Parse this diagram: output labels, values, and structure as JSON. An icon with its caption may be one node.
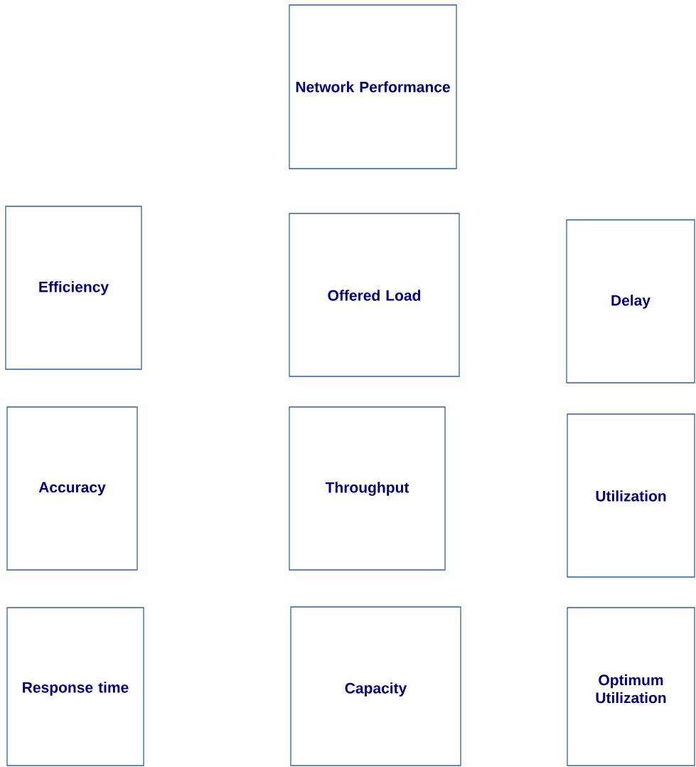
{
  "diagram": {
    "nodes": [
      {
        "text": [
          "Network Performance"
        ]
      },
      {
        "text": [
          "Efficiency"
        ]
      },
      {
        "text": [
          "Offered Load"
        ]
      },
      {
        "text": [
          "Delay"
        ]
      },
      {
        "text": [
          "Accuracy"
        ]
      },
      {
        "text": [
          "Throughput"
        ]
      },
      {
        "text": [
          "Utilization"
        ]
      },
      {
        "text": [
          "Response time"
        ]
      },
      {
        "text": [
          "Capacity"
        ]
      },
      {
        "text": [
          "Optimum Utilization"
        ]
      }
    ]
  }
}
